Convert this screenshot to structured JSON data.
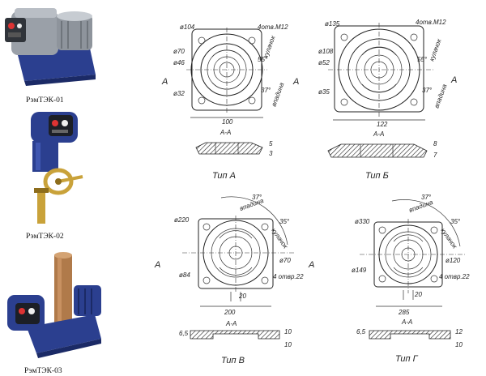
{
  "products": [
    {
      "caption": "РэмТЭК-01"
    },
    {
      "caption": "РэмТЭК-02"
    },
    {
      "caption": "РэмТЭК-03"
    }
  ],
  "drawings": {
    "a": {
      "title": "Тип А",
      "section": "А-А",
      "labels": [
        "ø104",
        "4отв.М12",
        "ø70",
        "ø46",
        "ø32",
        "55°",
        "37°",
        "кулачок",
        "впадина",
        "100",
        "5",
        "3"
      ],
      "side": "А"
    },
    "b": {
      "title": "Тип Б",
      "section": "А-А",
      "labels": [
        "ø135",
        "4отв.М12",
        "ø108",
        "ø52",
        "ø35",
        "55°",
        "37°",
        "кулачок",
        "впадина",
        "122",
        "8",
        "7"
      ],
      "side": "А"
    },
    "v": {
      "title": "Тип В",
      "section": "А-А",
      "labels": [
        "ø220",
        "37°",
        "35°",
        "впадина",
        "кулачок",
        "ø70",
        "ø84",
        "4 отвр.22",
        "20",
        "200",
        "6,5",
        "10",
        "10"
      ],
      "side": "А"
    },
    "g": {
      "title": "Тип Г",
      "section": "А-А",
      "labels": [
        "ø330",
        "37°",
        "35°",
        "впадина",
        "кулачок",
        "ø120",
        "ø149",
        "4 отвр.22",
        "20",
        "285",
        "6,5",
        "12",
        "10"
      ],
      "side": "А"
    }
  },
  "colors": {
    "actuator_blue": "#2b3f8f",
    "actuator_grey": "#9aa0a8",
    "pipe_bronze": "#b07a4a",
    "handwheel_gold": "#c9a23a"
  }
}
